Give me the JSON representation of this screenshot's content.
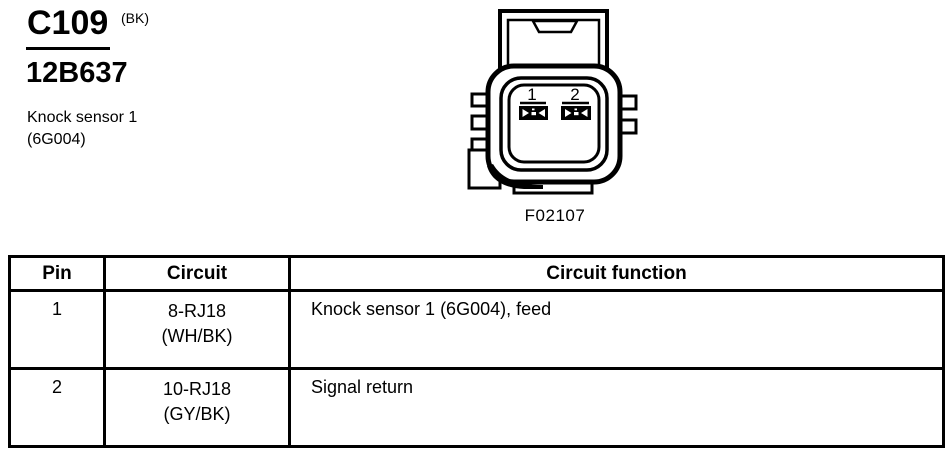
{
  "colors": {
    "ink": "#000000",
    "paper": "#ffffff"
  },
  "header": {
    "connector_id": "C109",
    "color_code": "(BK)",
    "part_number": "12B637",
    "description": [
      "Knock sensor 1",
      "(6G004)"
    ]
  },
  "figure": {
    "caption": "F02107",
    "pins": [
      {
        "label": "1"
      },
      {
        "label": "2"
      }
    ]
  },
  "pinout_table": {
    "headers": [
      "Pin",
      "Circuit",
      "Circuit function"
    ],
    "rows": [
      {
        "pin": "1",
        "circuit": [
          "8-RJ18",
          "(WH/BK)"
        ],
        "function": "Knock sensor 1 (6G004), feed"
      },
      {
        "pin": "2",
        "circuit": [
          "10-RJ18",
          "(GY/BK)"
        ],
        "function": "Signal return"
      }
    ]
  }
}
